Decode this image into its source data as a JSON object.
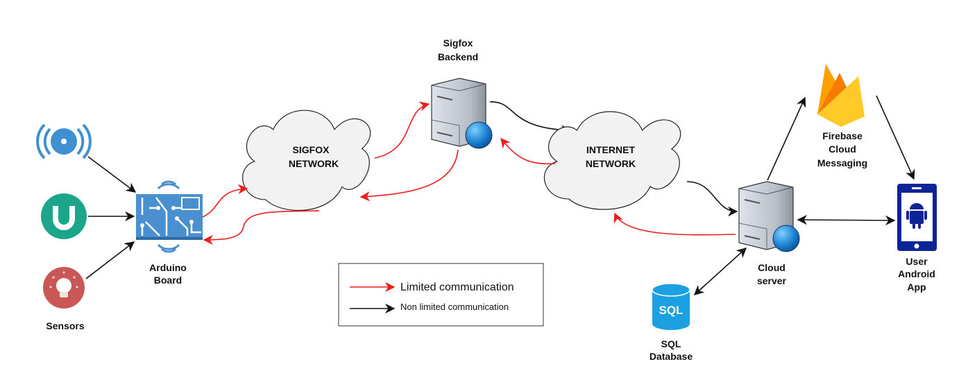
{
  "nodes": {
    "sensors": {
      "label": "Sensors",
      "icons": [
        "wireless-sensor-icon",
        "magnet-sensor-icon",
        "light-bulb-sensor-icon"
      ]
    },
    "arduino": {
      "line1": "Arduino",
      "line2": "Board",
      "icon": "circuit-board-icon"
    },
    "sigfox_network": {
      "line1": "SIGFOX",
      "line2": "NETWORK"
    },
    "sigfox_backend": {
      "line1": "Sigfox",
      "line2": "Backend",
      "icon": "server-icon"
    },
    "internet_network": {
      "line1": "INTERNET",
      "line2": "NETWORK"
    },
    "cloud_server": {
      "line1": "Cloud",
      "line2": "server",
      "icon": "server-icon"
    },
    "firebase": {
      "line1": "Firebase",
      "line2": "Cloud",
      "line3": "Messaging",
      "icon": "firebase-icon"
    },
    "android_app": {
      "line1": "User",
      "line2": "Android",
      "line3": "App",
      "icon": "android-phone-icon"
    },
    "sql_db": {
      "line1": "SQL",
      "line2": "Database",
      "icon_text": "SQL"
    }
  },
  "legend": {
    "limited": "Limited communication",
    "non_limited": "Non limited communication"
  },
  "colors": {
    "limited": "#ee1c1c",
    "non_limited": "#111111",
    "board": "#4a90d0",
    "firebase": "#fbc02d",
    "android": "#0d2496",
    "sql": "#1ba1e2"
  }
}
